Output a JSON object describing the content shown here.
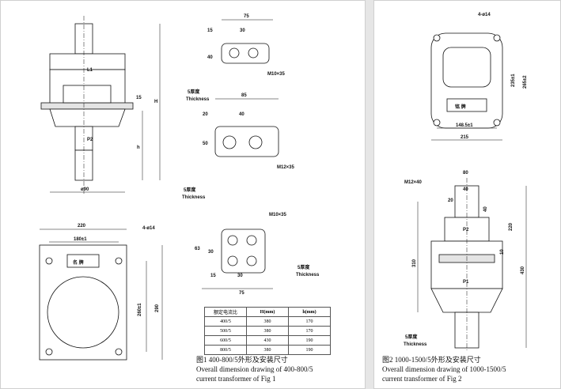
{
  "fig1": {
    "front": {
      "label_l1": "L1",
      "label_p2": "P2",
      "dim_width": "ø90",
      "dim_H": "H",
      "dim_h": "h",
      "dim_15": "15"
    },
    "bottom": {
      "dim_220": "220",
      "dim_180": "180±1",
      "dim_260": "260±1",
      "dim_290": "290",
      "holes": "4-ø14",
      "nameplate": "名 牌"
    },
    "terminal_a": {
      "dim_75": "75",
      "dim_15": "15",
      "dim_30": "30",
      "dim_40": "40",
      "bolt": "M10×35",
      "thickness_cn": "5厚度",
      "thickness_en": "Thickness"
    },
    "terminal_b": {
      "dim_85": "85",
      "dim_20": "20",
      "dim_40": "40",
      "dim_50": "50",
      "bolt": "M12×35",
      "thickness_cn": "5厚度",
      "thickness_en": "Thickness"
    },
    "terminal_c": {
      "bolt": "M10×35",
      "dim_63": "63",
      "dim_30v": "30",
      "dim_15": "15",
      "dim_30": "30",
      "dim_75": "75",
      "thickness_cn": "5厚度",
      "thickness_en": "Thickness"
    },
    "table": {
      "headers": [
        "额定电流比",
        "H(mm)",
        "h(mm)"
      ],
      "rows": [
        [
          "400/5",
          "380",
          "170"
        ],
        [
          "500/5",
          "380",
          "170"
        ],
        [
          "600/5",
          "430",
          "190"
        ],
        [
          "800/5",
          "380",
          "190"
        ]
      ]
    },
    "caption_cn": "图1 400-800/5外形及安装尺寸",
    "caption_en1": "Overall dimension drawing of 400-800/5",
    "caption_en2": "current transformer of Fig 1"
  },
  "fig2": {
    "top": {
      "holes": "4-ø14",
      "dim_235": "235±1",
      "dim_265": "265±2",
      "dim_148": "148.5±1",
      "dim_215": "215",
      "nameplate": "铭 牌"
    },
    "side": {
      "bolt": "M12×40",
      "dim_80": "80",
      "dim_40": "40",
      "dim_20": "20",
      "dim_40v": "40",
      "dim_220": "220",
      "dim_10": "10",
      "dim_310": "310",
      "dim_430": "430",
      "label_p2": "P2",
      "label_p1": "P1",
      "thickness_cn": "5厚度",
      "thickness_en": "Thickness"
    },
    "caption_cn": "图2 1000-1500/5外形及安装尺寸",
    "caption_en1": "Overall dimension drawing of 1000-1500/5",
    "caption_en2": "current transformer of Fig 2"
  }
}
